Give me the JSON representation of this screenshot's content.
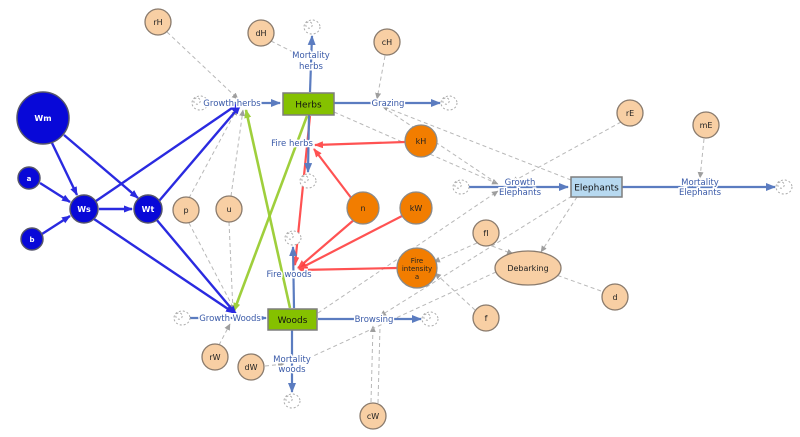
{
  "diagram": {
    "stocks": {
      "herbs": "Herbs",
      "woods": "Woods",
      "elephants": "Elephants"
    },
    "flows": {
      "growth_herbs": "Growth herbs",
      "mortality_herbs_l1": "Mortality",
      "mortality_herbs_l2": "herbs",
      "grazing": "Grazing",
      "fire_herbs": "Fire herbs",
      "growth_woods": "Growth Woods",
      "mortality_woods_l1": "Mortality",
      "mortality_woods_l2": "woods",
      "browsing": "Browsing",
      "fire_woods": "Fire woods",
      "growth_elephants_l1": "Growth",
      "growth_elephants_l2": "Elephants",
      "mortality_elephants_l1": "Mortality",
      "mortality_elephants_l2": "Elephants"
    },
    "variables": {
      "wm": "Wm",
      "a": "a",
      "b": "b",
      "ws": "Ws",
      "wt": "Wt",
      "rh": "rH",
      "dh": "dH",
      "ch": "cH",
      "p": "p",
      "u": "u",
      "rw": "rW",
      "dw": "dW",
      "cw": "cW",
      "kh": "kH",
      "n": "n",
      "kw": "kW",
      "fire_intensity_l1": "Fire",
      "fire_intensity_l2": "intensity",
      "fire_intensity_l3": "a",
      "fi": "fI",
      "f": "f",
      "d": "d",
      "re": "rE",
      "me": "mE",
      "debarking": "Debarking"
    },
    "colors": {
      "stock_green": "#85C100",
      "stock_light_blue": "#B7D9F0",
      "node_dark_blue": "#0808D8",
      "node_peach": "#F8CFA4",
      "node_dark_orange": "#F27D00",
      "flow_pipe_blue": "#5B7CC0",
      "flow_label_blue": "#3A5AA8",
      "link_blue": "#2A2AE0",
      "link_green": "#9ACD32",
      "link_red": "#FF4040",
      "link_gray": "#B8B8B8"
    }
  }
}
